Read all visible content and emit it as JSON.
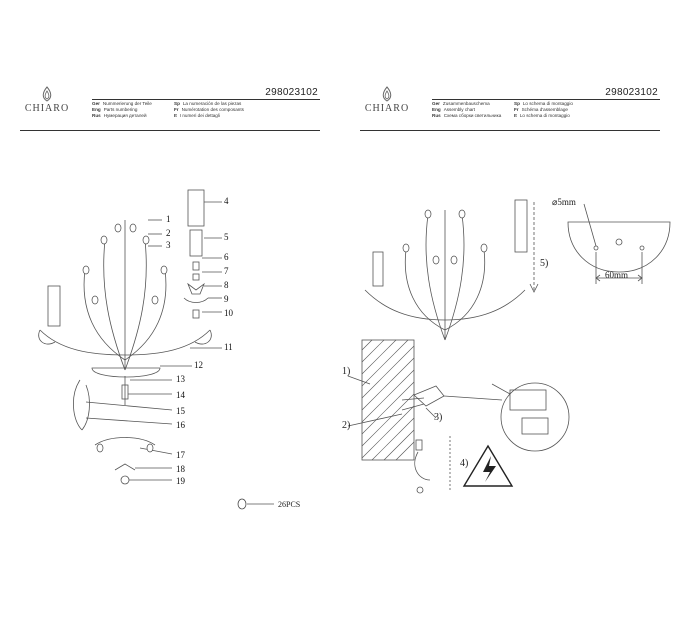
{
  "brand": "CHIARO",
  "left_sheet": {
    "code": "298023102",
    "legend": [
      {
        "lang": "Ger",
        "text": "Nummerierung der Teile"
      },
      {
        "lang": "Eng",
        "text": "Parts numbering"
      },
      {
        "lang": "Rus",
        "text": "Нумерация деталей"
      },
      {
        "lang": "Sp",
        "text": "La numeración de las piezas"
      },
      {
        "lang": "Fr",
        "text": "Numérotation des composants"
      },
      {
        "lang": "It",
        "text": "I numeri dei dettagli"
      }
    ],
    "part_numbers": [
      "1",
      "2",
      "3",
      "4",
      "5",
      "6",
      "7",
      "8",
      "9",
      "10",
      "11",
      "12",
      "13",
      "14",
      "15",
      "16",
      "17",
      "18",
      "19"
    ],
    "pcs_label": "26PCS"
  },
  "right_sheet": {
    "code": "298023102",
    "legend": [
      {
        "lang": "Ger",
        "text": "Zusammenbauschema"
      },
      {
        "lang": "Eng",
        "text": "Assembly chart"
      },
      {
        "lang": "Rus",
        "text": "Схема сборки светильника"
      },
      {
        "lang": "Sp",
        "text": "Lo schema di montaggio"
      },
      {
        "lang": "Fr",
        "text": "Schéma d'assemblage"
      },
      {
        "lang": "It",
        "text": "Lo schema di montaggio"
      }
    ],
    "steps": [
      "1)",
      "2)",
      "3)",
      "4)",
      "5)"
    ],
    "dim_hole": "⌀5mm",
    "dim_spacing": "60mm"
  },
  "icons": [
    "chiaro-logo-icon",
    "lightning-warning-icon",
    "bulb-icon"
  ]
}
